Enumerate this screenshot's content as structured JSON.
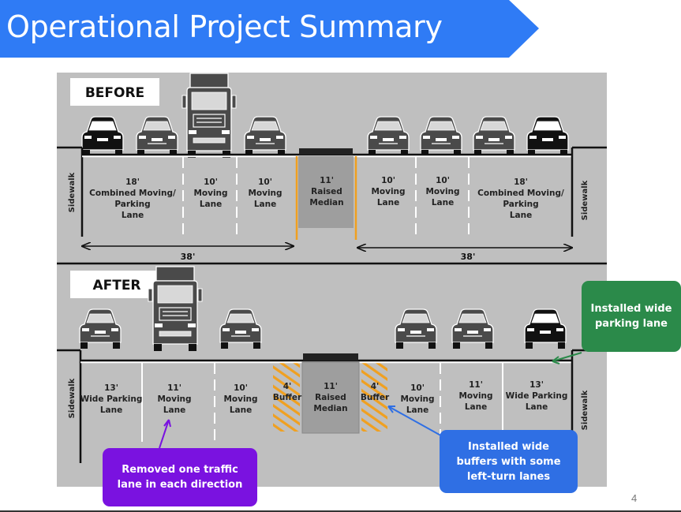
{
  "title": "Operational Project Summary",
  "colors": {
    "banner": "#2f7bf5",
    "street": "#bfbfbf",
    "median": "#9e9e9e",
    "median_edge": "#f0a020",
    "buffer_hatch": "#f0a020",
    "parking_callout": "#2b8a4a",
    "lane_callout": "#7a12e0",
    "buffer_callout": "#2f6fe4"
  },
  "before": {
    "label": "BEFORE",
    "sidewalk_left": "Sidewalk",
    "sidewalk_right": "Sidewalk",
    "lanes": [
      {
        "lines": [
          "18'",
          "Combined Moving/",
          "Parking",
          "Lane"
        ]
      },
      {
        "lines": [
          "10'",
          "Moving",
          "Lane"
        ]
      },
      {
        "lines": [
          "10'",
          "Moving",
          "Lane"
        ]
      },
      {
        "lines": [
          "11'",
          "Raised",
          "Median"
        ]
      },
      {
        "lines": [
          "10'",
          "Moving",
          "Lane"
        ]
      },
      {
        "lines": [
          "10'",
          "Moving",
          "Lane"
        ]
      },
      {
        "lines": [
          "18'",
          "Combined Moving/",
          "Parking",
          "Lane"
        ]
      }
    ],
    "dim_left": "38'",
    "dim_right": "38'"
  },
  "after": {
    "label": "AFTER",
    "sidewalk_left": "Sidewalk",
    "sidewalk_right": "Sidewalk",
    "lanes": [
      {
        "lines": [
          "13'",
          "Wide Parking",
          "Lane"
        ]
      },
      {
        "lines": [
          "11'",
          "Moving",
          "Lane"
        ]
      },
      {
        "lines": [
          "10'",
          "Moving",
          "Lane"
        ]
      },
      {
        "lines": [
          "4'",
          "Buffer"
        ]
      },
      {
        "lines": [
          "11'",
          "Raised",
          "Median"
        ]
      },
      {
        "lines": [
          "4'",
          "Buffer"
        ]
      },
      {
        "lines": [
          "10'",
          "Moving",
          "Lane"
        ]
      },
      {
        "lines": [
          "11'",
          "Moving",
          "Lane"
        ]
      },
      {
        "lines": [
          "13'",
          "Wide Parking",
          "Lane"
        ]
      }
    ]
  },
  "callouts": {
    "parking": "Installed wide parking lane",
    "lane": "Removed one traffic lane in each direction",
    "buffers": "Installed wide buffers with some left-turn lanes"
  },
  "page_number": "4"
}
